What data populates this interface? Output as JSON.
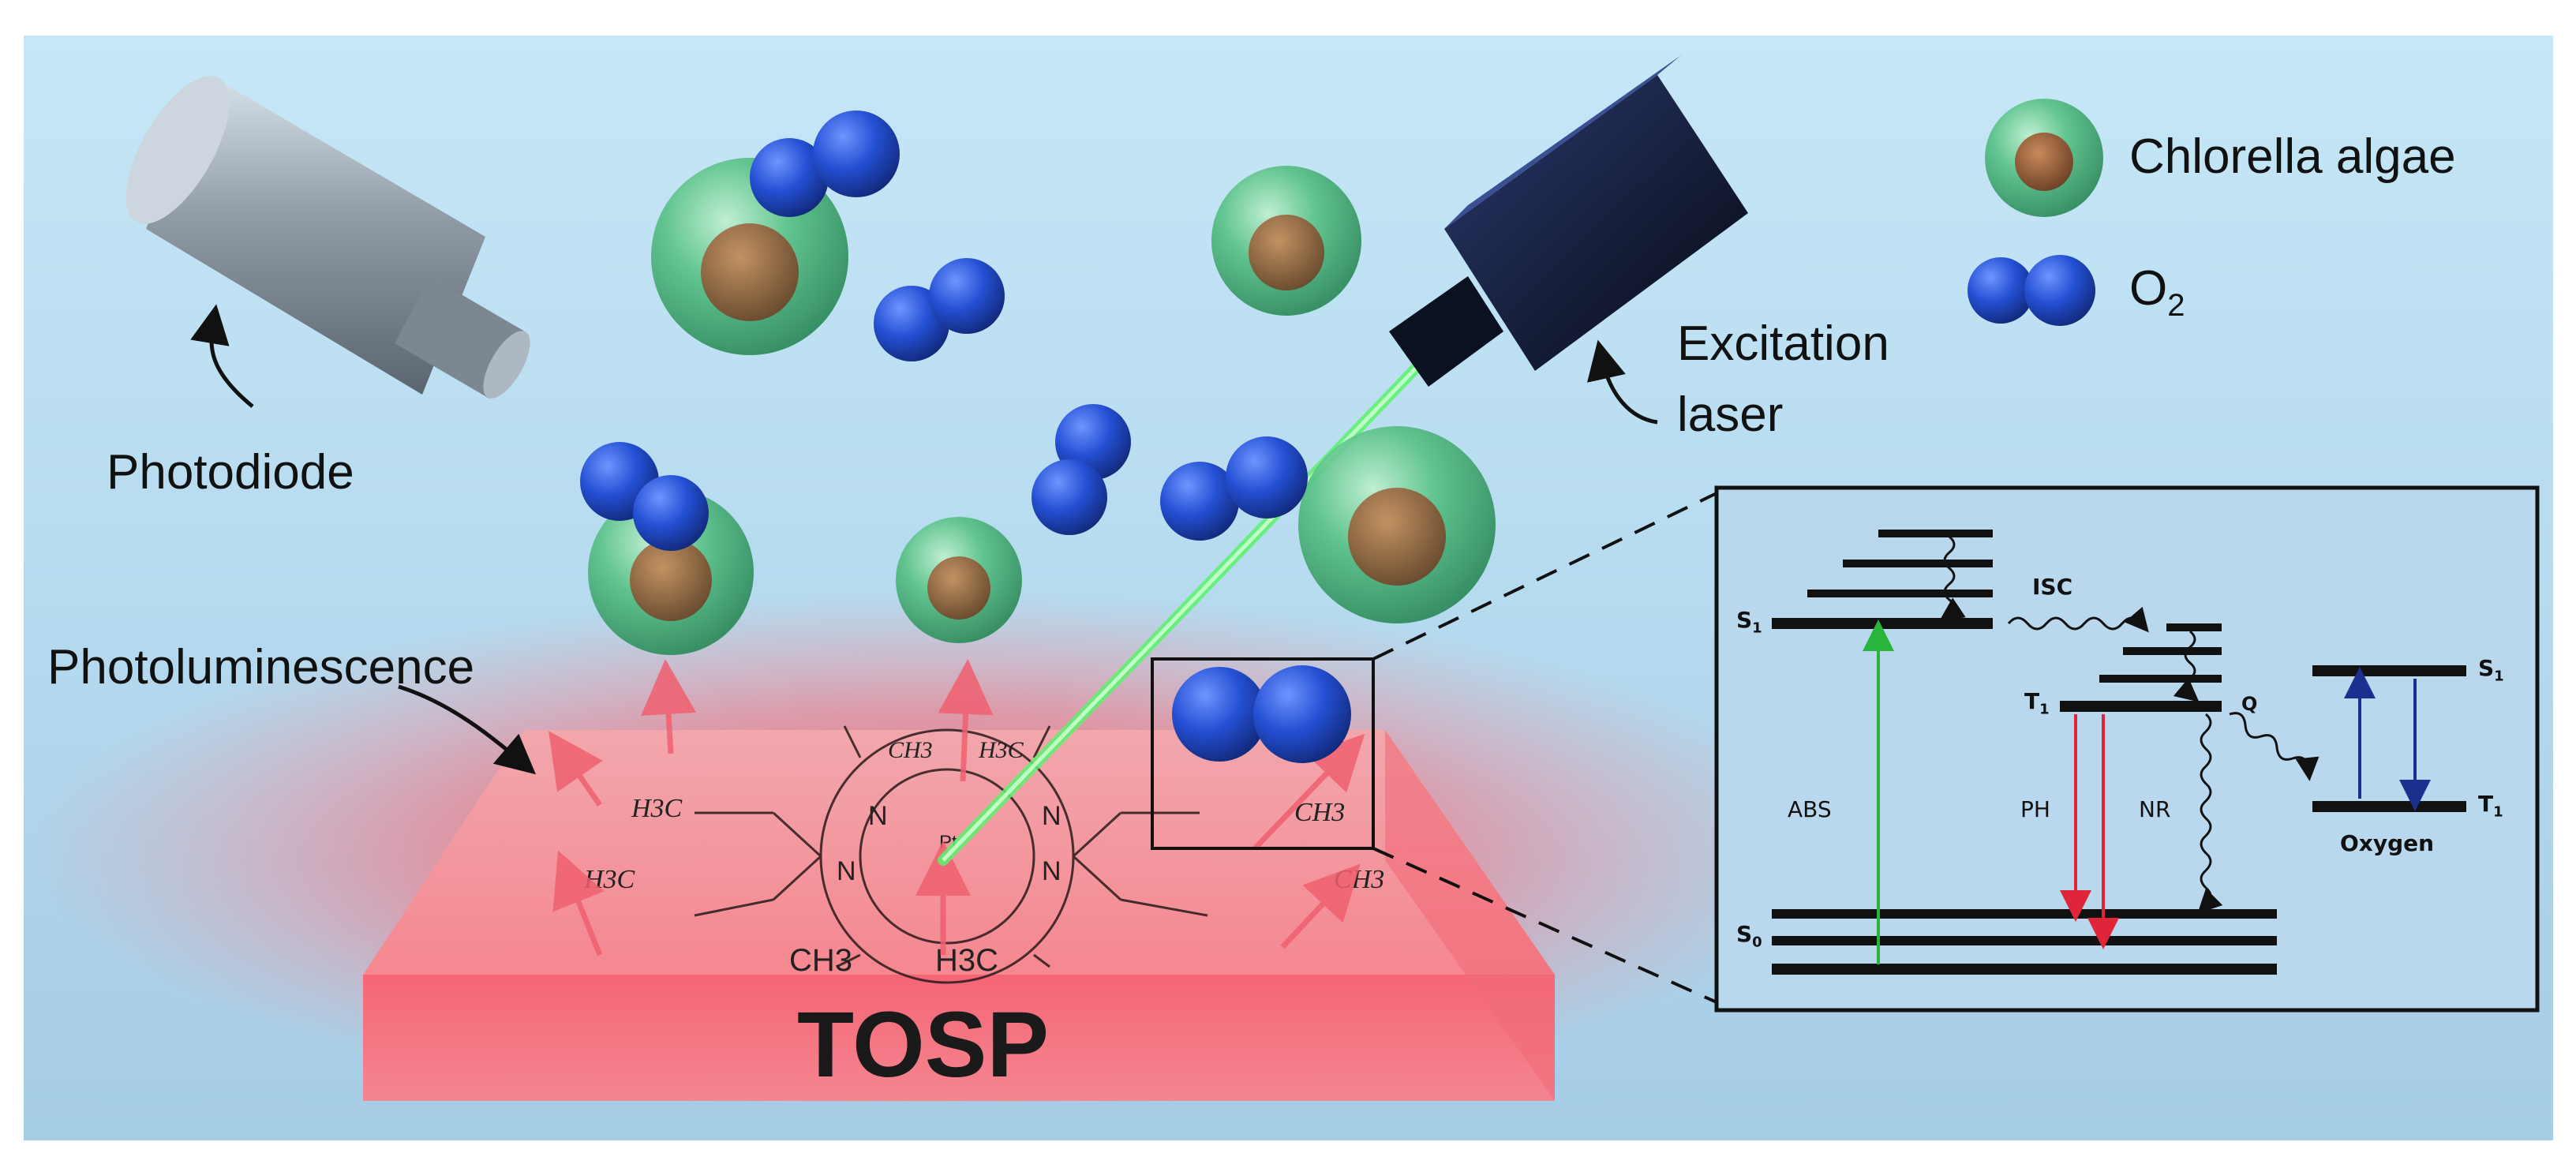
{
  "legend": {
    "algae_label": "Chlorella algae",
    "o2_prefix": "O",
    "o2_sub": "2"
  },
  "labels": {
    "photodiode": "Photodiode",
    "excitation_line1": "Excitation",
    "excitation_line2": "laser",
    "photoluminescence": "Photoluminescence",
    "substrate": "TOSP"
  },
  "molecule": {
    "ch3_top_left": "CH3",
    "h3c_top_right": "H3C",
    "h3c_left_upper": "H3C",
    "h3c_left_lower": "H3C",
    "ch3_right_upper": "CH3",
    "ch3_right_lower": "CH3",
    "ch3_bottom": "CH3",
    "h3c_bottom": "H3C",
    "n": "N",
    "pt": "Pt"
  },
  "jablonski": {
    "s1_letter": "S",
    "s1_sub": "1",
    "s0_letter": "S",
    "s0_sub": "0",
    "t1_letter": "T",
    "t1_sub": "1",
    "isc": "ISC",
    "abs": "ABS",
    "ph": "PH",
    "nr": "NR",
    "q": "Q",
    "oxygen": "Oxygen",
    "oxy_s1_letter": "S",
    "oxy_s1_sub": "1",
    "oxy_t1_letter": "T",
    "oxy_t1_sub": "1"
  },
  "colors": {
    "background_top": "#bfe3f5",
    "background_bottom": "#a9cfe8",
    "substrate": "#f06474",
    "glow": "#ff4b5c",
    "laser": "#5cf26e",
    "algae_shell": "#46b47a",
    "algae_core": "#8a5a3a",
    "o2": "#1f47c8",
    "abs_arrow": "#29b43c",
    "ph_arrow": "#e0243a",
    "oxygen_arrow": "#1b2f8f"
  }
}
